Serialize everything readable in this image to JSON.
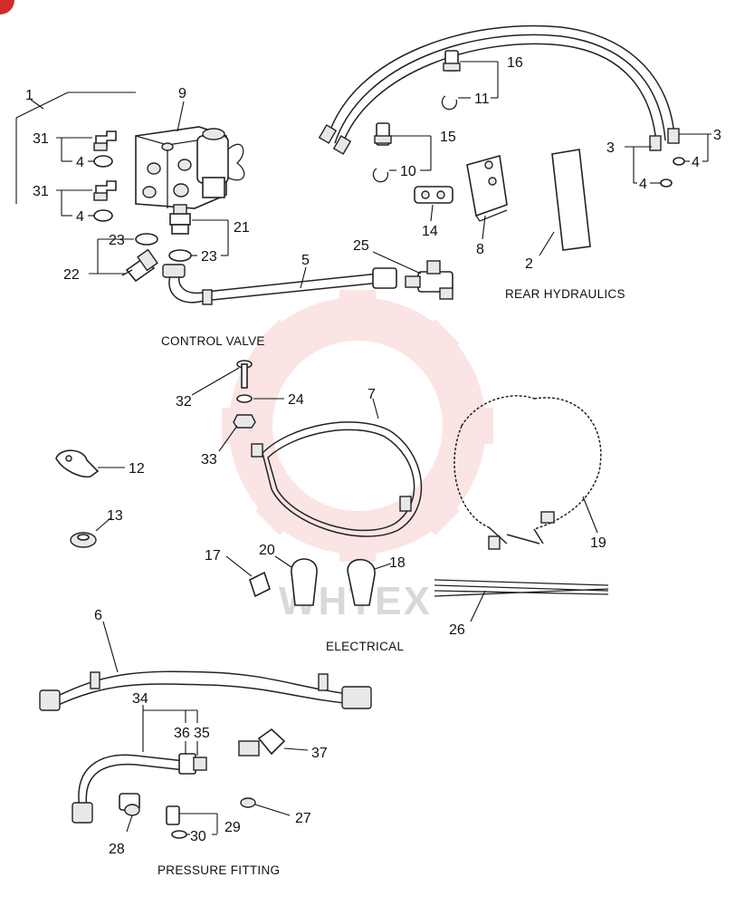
{
  "sections": {
    "control_valve": "CONTROL VALVE",
    "rear_hydraulics": "REAR HYDRAULICS",
    "electrical": "ELECTRICAL",
    "pressure_fitting": "PRESSURE FITTING"
  },
  "watermark": {
    "text": "WHTEX",
    "color": "#f08a8a"
  },
  "labels": {
    "p1": "1",
    "p2": "2",
    "p3a": "3",
    "p3b": "3",
    "p4a": "4",
    "p4b": "4",
    "p4c": "4",
    "p4d": "4",
    "p5": "5",
    "p6": "6",
    "p7": "7",
    "p8": "8",
    "p9": "9",
    "p10": "10",
    "p11": "11",
    "p12": "12",
    "p13": "13",
    "p14": "14",
    "p15": "15",
    "p16": "16",
    "p17": "17",
    "p18": "18",
    "p19": "19",
    "p20": "20",
    "p21": "21",
    "p22": "22",
    "p23a": "23",
    "p23b": "23",
    "p24": "24",
    "p25": "25",
    "p26": "26",
    "p27": "27",
    "p28": "28",
    "p29": "29",
    "p30": "30",
    "p31a": "31",
    "p31b": "31",
    "p32": "32",
    "p33": "33",
    "p34": "34",
    "p35": "35",
    "p36": "36",
    "p37": "37"
  }
}
